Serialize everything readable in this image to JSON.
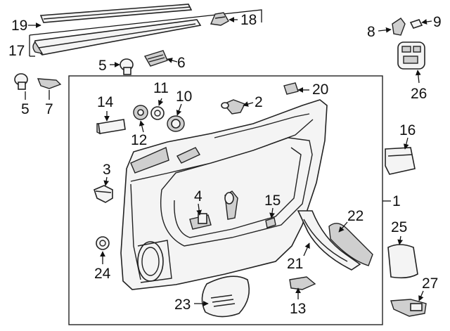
{
  "diagram": {
    "callouts": [
      {
        "id": "19",
        "text": "19"
      },
      {
        "id": "18",
        "text": "18"
      },
      {
        "id": "17",
        "text": "17"
      },
      {
        "id": "5a",
        "text": "5"
      },
      {
        "id": "6",
        "text": "6"
      },
      {
        "id": "5b",
        "text": "5"
      },
      {
        "id": "7",
        "text": "7"
      },
      {
        "id": "14",
        "text": "14"
      },
      {
        "id": "11",
        "text": "11"
      },
      {
        "id": "10",
        "text": "10"
      },
      {
        "id": "2",
        "text": "2"
      },
      {
        "id": "20",
        "text": "20"
      },
      {
        "id": "12",
        "text": "12"
      },
      {
        "id": "3",
        "text": "3"
      },
      {
        "id": "4",
        "text": "4"
      },
      {
        "id": "15",
        "text": "15"
      },
      {
        "id": "1",
        "text": "1"
      },
      {
        "id": "22",
        "text": "22"
      },
      {
        "id": "21",
        "text": "21"
      },
      {
        "id": "24",
        "text": "24"
      },
      {
        "id": "23",
        "text": "23"
      },
      {
        "id": "13",
        "text": "13"
      },
      {
        "id": "8",
        "text": "8"
      },
      {
        "id": "9",
        "text": "9"
      },
      {
        "id": "26",
        "text": "26"
      },
      {
        "id": "16",
        "text": "16"
      },
      {
        "id": "25",
        "text": "25"
      },
      {
        "id": "27",
        "text": "27"
      }
    ]
  }
}
